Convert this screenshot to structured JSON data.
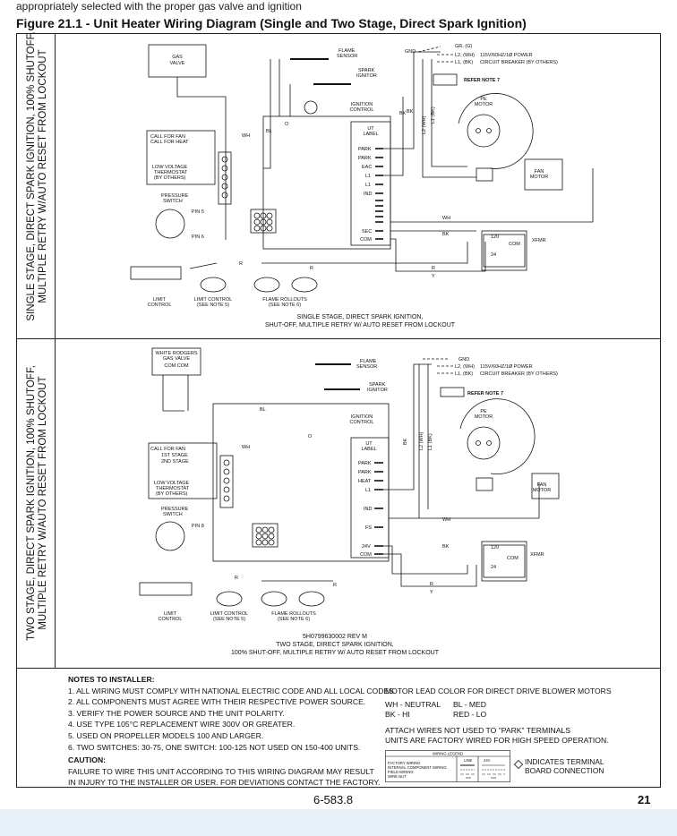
{
  "top_text": "appropriately selected with the proper gas valve and ignition",
  "figure_title": "Figure 21.1 - Unit Heater Wiring Diagram (Single and Two Stage, Direct Spark Ignition)",
  "panel1": {
    "side_label_line1": "SINGLE STAGE, DIRECT SPARK IGNITION, 100% SHUTOFF,",
    "side_label_line2": "MULTIPLE RETRY W/AUTO RESET FROM LOCKOUT",
    "gas_valve_line1": "GAS",
    "gas_valve_line2": "VALVE",
    "flame_sensor_line1": "FLAME",
    "flame_sensor_line2": "SENSOR",
    "spark_ignitor_line1": "SPARK",
    "spark_ignitor_line2": "IGNITOR",
    "gnd": "GND",
    "gr": "GR. (G)",
    "l2": "L2, (WH)",
    "l1": "L1, (BK)",
    "power_line1": "115V/60HZ/1Ø POWER",
    "power_line2": "CIRCUIT BREAKER (BY OTHERS)",
    "refer_note": "REFER NOTE 7",
    "pe_motor_line1": "PE",
    "pe_motor_line2": "MOTOR",
    "ignition_control_line1": "IGNITION",
    "ignition_control_line2": "CONTROL",
    "ut_label_line1": "UT",
    "ut_label_line2": "LABEL",
    "terminals": [
      "PARK",
      "PARK",
      "EAC",
      "L1",
      "L1",
      "IND",
      "SEC",
      "COM"
    ],
    "call_for_fan": "CALL FOR FAN",
    "call_for_heat": "CALL FOR HEAT",
    "thermostat_line1": "LOW VOLTAGE",
    "thermostat_line2": "THERMOSTAT",
    "thermostat_line3": "(BY OTHERS)",
    "pressure_switch_line1": "PRESSURE",
    "pressure_switch_line2": "SWITCH",
    "pin5": "PIN 5",
    "pin6": "PIN 6",
    "fan_motor_line1": "FAN",
    "fan_motor_line2": "MOTOR",
    "xfmr": "XFMR",
    "v120": "120",
    "com": "COM",
    "v24": "24",
    "limit_control_line1": "LIMIT",
    "limit_control_line2": "CONTROL",
    "limit_control_note_line1": "LIMIT CONTROL",
    "limit_control_note_line2": "(SEE NOTE 5)",
    "flame_rollouts_line1": "FLAME ROLLOUTS",
    "flame_rollouts_line2": "(SEE NOTE 6)",
    "wire_wh": "WH",
    "wire_bl": "BL",
    "wire_o": "O",
    "wire_bk": "BK",
    "wire_r": "R",
    "wire_y": "Y",
    "wire_l2wh": "L2 (WH)",
    "wire_l1bk": "L1 (BK)",
    "caption_line1": "SINGLE STAGE, DIRECT SPARK IGNITION,",
    "caption_line2": "SHUT-OFF, MULTIPLE RETRY W/ AUTO RESET FROM LOCKOUT"
  },
  "panel2": {
    "side_label_line1": "TWO STAGE, DIRECT SPARK IGNITION, 100% SHUTOFF,",
    "side_label_line2": "MULTIPLE RETRY W/AUTO RESET FROM LOCKOUT",
    "gas_valve_line1": "WHITE RODGERS",
    "gas_valve_line2": "GAS VALVE",
    "valve_pins": "COM  COM",
    "gnd": "GND",
    "l2": "L2, (WH)",
    "l1": "L1, (BK)",
    "power_line1": "115V/60HZ/1Ø POWER",
    "power_line2": "CIRCUIT BREAKER (BY OTHERS)",
    "refer_note": "REFER NOTE 7",
    "terminals": [
      "PARK",
      "PARK",
      "HEAT",
      "L1",
      "IND",
      "FS",
      "24V",
      "COM"
    ],
    "call_for_fan": "CALL FOR FAN",
    "stage1": "1ST STAGE",
    "stage2": "2ND STAGE",
    "pin8": "PIN 8",
    "doc_number": "5H0799630002 REV M",
    "caption_line1": "TWO STAGE, DIRECT SPARK IGNITION,",
    "caption_line2": "100% SHUT-OFF, MULTIPLE RETRY W/ AUTO RESET FROM LOCKOUT"
  },
  "notes": {
    "heading": "NOTES TO INSTALLER:",
    "items": [
      "1. ALL WIRING MUST COMPLY WITH NATIONAL ELECTRIC CODE AND ALL LOCAL CODES.",
      "2. ALL COMPONENTS MUST AGREE WITH THEIR RESPECTIVE POWER SOURCE.",
      "3. VERIFY THE POWER SOURCE AND THE UNIT POLARITY.",
      "4. USE TYPE 105°C REPLACEMENT WIRE 300V OR GREATER.",
      "5. USED ON PROPELLER MODELS 100 AND LARGER.",
      "6. TWO SWITCHES: 30-75, ONE SWITCH: 100-125 NOT USED ON 150-400 UNITS."
    ],
    "caution_heading": "CAUTION:",
    "caution_line1": "FAILURE TO WIRE THIS UNIT ACCORDING TO THIS WIRING DIAGRAM MAY RESULT",
    "caution_line2": "IN INJURY TO THE INSTALLER OR USER.  FOR DEVIATIONS CONTACT THE FACTORY.",
    "motor_lead_title": "MOTOR LEAD COLOR FOR DIRECT DRIVE BLOWER MOTORS",
    "motor_lead_row1_a": "WH - NEUTRAL",
    "motor_lead_row1_b": "BL - MED",
    "motor_lead_row2_a": "BK - HI",
    "motor_lead_row2_b": "RED - LO",
    "note7_line1": "ATTACH WIRES NOT USED TO \"PARK\" TERMINALS",
    "note7_line2": "UNITS ARE FACTORY WIRED FOR HIGH SPEED OPERATION.",
    "legend_title": "WIRING LEGEND",
    "legend_col_line": "LINE",
    "legend_col_24v": "24V",
    "legend_rows": [
      "FACTORY WIRING",
      "INTERNAL COMPONENT WIRING",
      "FIELD WIRING",
      "WIRE NUT"
    ],
    "terminal_note_line1": "INDICATES TERMINAL",
    "terminal_note_line2": "BOARD CONNECTION"
  },
  "footer": {
    "doc_code": "6-583.8",
    "page_number": "21"
  }
}
